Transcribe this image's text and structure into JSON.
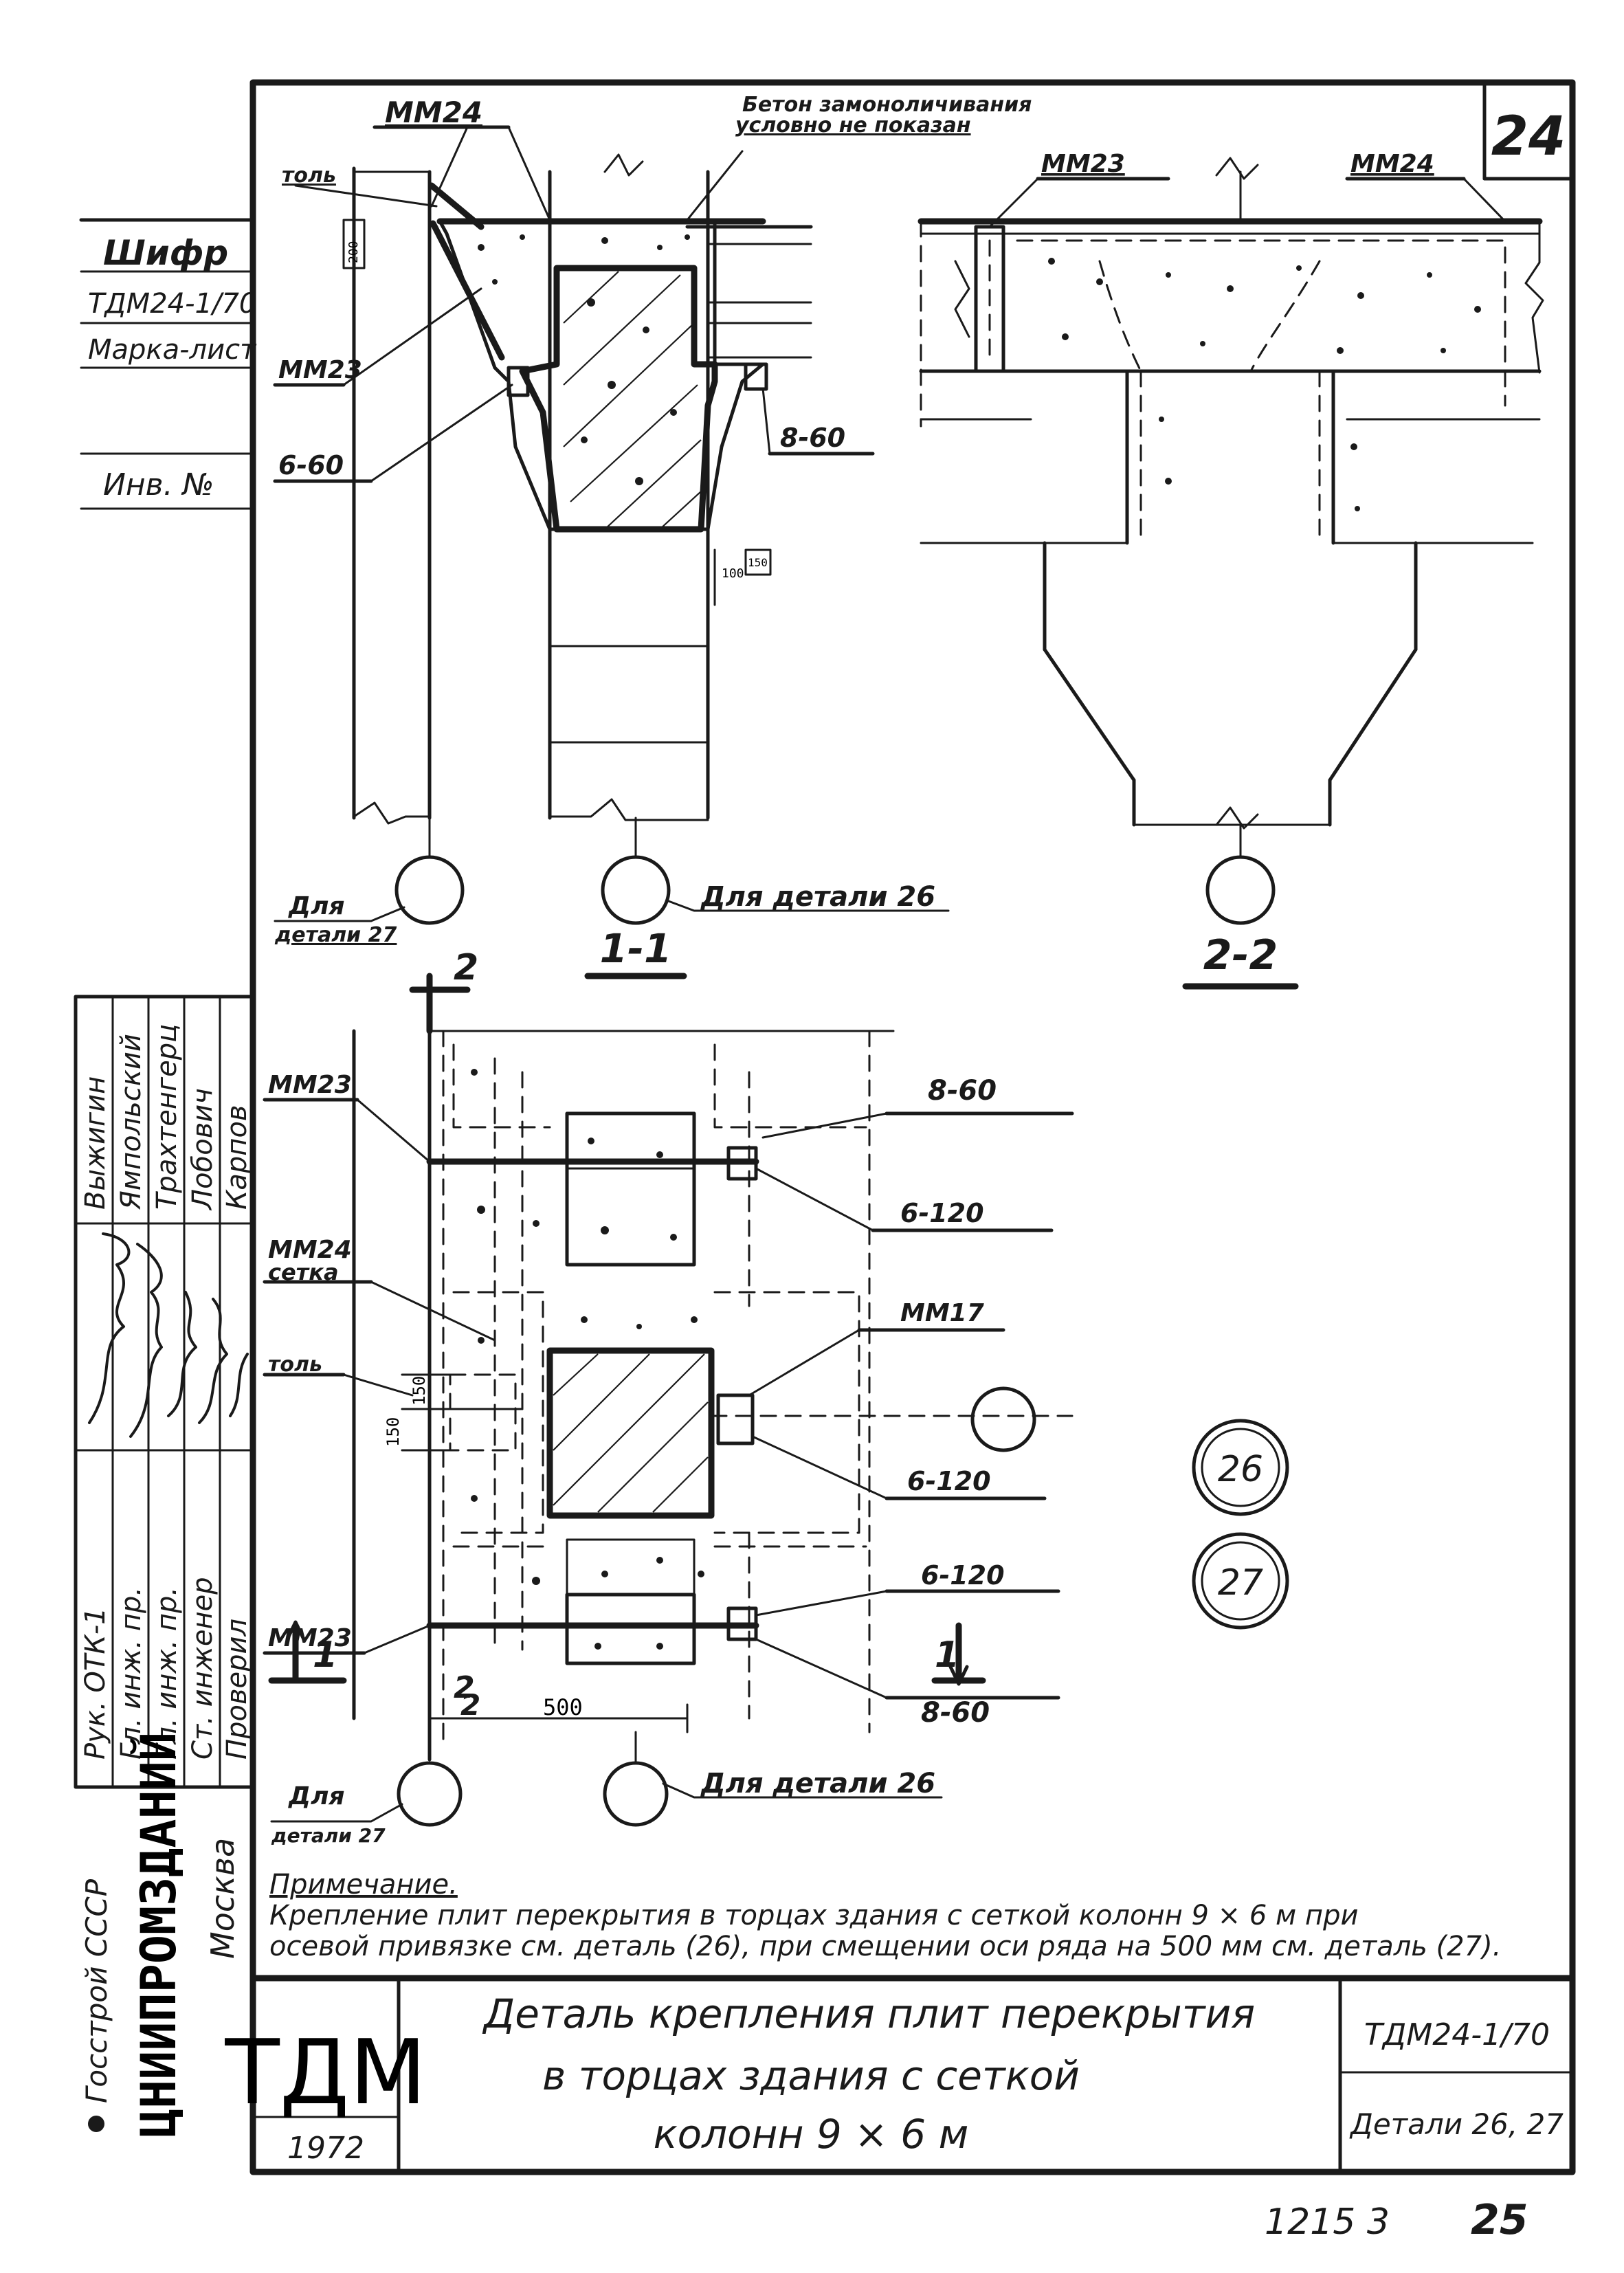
{
  "sheet": {
    "number": "24",
    "page_number": "25",
    "stamp_number": "1215 3",
    "code": "ТДМ24-1/70",
    "details": "Детали 26, 27",
    "year": "1972",
    "mark": "ТДМ"
  },
  "title_block": {
    "title_line1": "Деталь крепления плит перекрытия",
    "title_line2": "в торцах здания с сеткой",
    "title_line3": "колонн 9 × 6 м",
    "org_line1": "Госстрой СССР",
    "org_line2": "ЦНИИПРОМЗДАНИЙ",
    "city": "Москва"
  },
  "left_column": {
    "shifr_label": "Шифр",
    "shifr_value": "ТДМ24-1/70",
    "mark_label": "Марка-лист",
    "inv_label": "Инв. №"
  },
  "signatures": [
    {
      "role": "Рук. ОТК-1",
      "name": "Выжигин"
    },
    {
      "role": "Гл. инж. пр.",
      "name": "Ямпольский"
    },
    {
      "role": "Гл. инж. пр.",
      "name": "Трахтенгерц"
    },
    {
      "role": "Ст. инженер",
      "name": "Лобович"
    },
    {
      "role": "Проверил",
      "name": "Карпов"
    }
  ],
  "annotations": {
    "concrete_note_line1": "Бетон замоноличивания",
    "concrete_note_line2": "условно не показан",
    "mm24": "ММ24",
    "mm23": "ММ23",
    "mm17": "ММ17",
    "mm24_setka_a": "ММ24",
    "mm24_setka_b": "сетка",
    "tol": "толь",
    "w8_60": "8-60",
    "w6_60": "6-60",
    "w6_120": "6-120",
    "dim_200": "200",
    "dim_150a": "150",
    "dim_150b": "150",
    "dim_150c": "150",
    "dim_100": "100",
    "dim_500": "500",
    "dim_2": "2",
    "for_detail_27_a": "Для",
    "for_detail_27_b": "детали 27",
    "for_detail_26": "Для детали 26",
    "section_1": "1-1",
    "section_2": "2-2",
    "cut_1": "1",
    "cut_2": "2",
    "detail_26": "26",
    "detail_27": "27"
  },
  "note": {
    "heading": "Примечание.",
    "line1": "Крепление плит перекрытия в торцах здания с сеткой колонн 9 × 6 м при",
    "line2": "осевой привязке см. деталь (26), при смещении оси ряда на 500 мм см. деталь (27)."
  }
}
